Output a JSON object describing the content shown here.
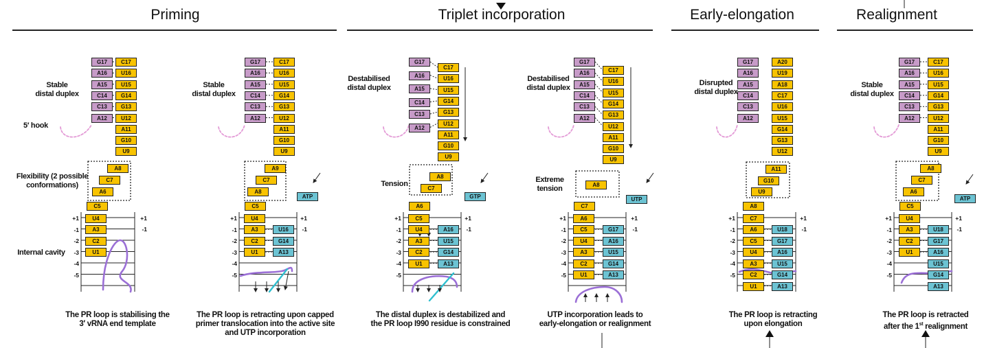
{
  "sections": {
    "priming": "Priming",
    "triplet": "Triplet incorporation",
    "early": "Early-elongation",
    "realign": "Realignment"
  },
  "labels": {
    "p1_stable": "Stable\ndistal duplex",
    "p1_hook": "5′ hook",
    "p1_flex": "Flexibility (2 possible\nconformations)",
    "p1_cavity": "Internal cavity",
    "p2_stable": "Stable\ndistal duplex",
    "p3_destab": "Destabilised\ndistal duplex",
    "p3_tension": "Tension",
    "p4_destab": "Destabilised\ndistal duplex",
    "p4_tension": "Extreme\ntension",
    "p5_disrupted": "Disrupted\ndistal duplex",
    "p6_stable": "Stable\ndistal duplex"
  },
  "nucleotides": {
    "p2_ntp": "ATP",
    "p3_ntp": "GTP",
    "p4_ntp": "UTP",
    "p6_ntp": "ATP"
  },
  "captions": {
    "p1": "The PR loop is stabilising the\n3′ vRNA end template",
    "p2": "The PR loop is retracting upon capped\nprimer translocation into the active site\nand UTP incorporation",
    "p3": "The distal duplex is destabilized and\nthe PR loop I990 residue is constrained",
    "p4": "UTP incorporation leads to\nearly-elongation or realignment",
    "p5": "The PR loop is retracting\nupon elongation",
    "p6_pre": "The PR loop is retracted\nafter the 1",
    "p6_sup": "st",
    "p6_post": " realignment"
  },
  "panels": [
    {
      "distal": [
        [
          "G17",
          "C17"
        ],
        [
          "A16",
          "U16"
        ],
        [
          "A15",
          "U15"
        ],
        [
          "C14",
          "G14"
        ],
        [
          "C13",
          "G13"
        ],
        [
          "A12",
          "U12"
        ]
      ],
      "template_tail": [
        "A11",
        "G10",
        "U9"
      ],
      "flex": [
        "A8",
        "C7",
        "A6"
      ],
      "cavity_template": [
        "C5",
        "U4",
        "A3",
        "C2",
        "U1"
      ],
      "cavity_product": []
    },
    {
      "distal": [
        [
          "G17",
          "C17"
        ],
        [
          "A16",
          "U16"
        ],
        [
          "A15",
          "U15"
        ],
        [
          "C14",
          "G14"
        ],
        [
          "C13",
          "G13"
        ],
        [
          "A12",
          "U12"
        ]
      ],
      "template_tail": [
        "A11",
        "G10",
        "U9"
      ],
      "flex": [
        "A9",
        "C7",
        "A8"
      ],
      "cavity_template": [
        "C5",
        "U4",
        "A3",
        "C2",
        "U1"
      ],
      "cavity_product": [
        "U16",
        "G14",
        "A13"
      ]
    },
    {
      "distal_left": [
        "G17",
        "A16",
        "A15",
        "C14",
        "C13",
        "A12"
      ],
      "distal_right": [
        "C17",
        "U16",
        "U15",
        "G14",
        "G13",
        "U12",
        "A11",
        "G10",
        "U9"
      ],
      "flex": [
        "A8",
        "C7"
      ],
      "cavity_template": [
        "A6",
        "C5",
        "U4",
        "A3",
        "C2",
        "U1"
      ],
      "cavity_product": [
        "A16",
        "U15",
        "G14",
        "A13"
      ]
    },
    {
      "distal_left": [
        "G17",
        "A16",
        "A15",
        "C14",
        "C13",
        "A12"
      ],
      "distal_right": [
        "C17",
        "U16",
        "U15",
        "G14",
        "G13",
        "U12",
        "A11",
        "G10",
        "U9"
      ],
      "flex": [
        "A8"
      ],
      "cavity_template": [
        "C7",
        "A6",
        "C5",
        "U4",
        "A3",
        "C2",
        "U1"
      ],
      "cavity_product": [
        "G17",
        "A16",
        "U15",
        "G14",
        "A13"
      ]
    },
    {
      "distal_left": [
        "G17",
        "A16",
        "A15",
        "C14",
        "C13",
        "A12"
      ],
      "distal_right": [
        "A20",
        "U19",
        "A18",
        "C17",
        "U16",
        "U15",
        "G14",
        "G13",
        "U12"
      ],
      "flex": [
        "A11",
        "G10",
        "U9"
      ],
      "cavity_template": [
        "A8",
        "C7",
        "A6",
        "C5",
        "U4",
        "A3",
        "C2",
        "U1"
      ],
      "cavity_product": [
        "U18",
        "G17",
        "A16",
        "U15",
        "G14",
        "A13"
      ]
    },
    {
      "distal": [
        [
          "G17",
          "C17"
        ],
        [
          "A16",
          "U16"
        ],
        [
          "A15",
          "U15"
        ],
        [
          "C14",
          "G14"
        ],
        [
          "C13",
          "G13"
        ],
        [
          "A12",
          "U12"
        ]
      ],
      "template_tail": [
        "A11",
        "G10",
        "U9"
      ],
      "flex": [
        "A8",
        "C7",
        "A6"
      ],
      "cavity_template": [
        "C5",
        "U4",
        "A3",
        "C2",
        "U1"
      ],
      "cavity_product": [
        "U18",
        "G17",
        "A16",
        "U15",
        "G14",
        "A13"
      ]
    }
  ],
  "position_labels": [
    "+1",
    "-1",
    "-2",
    "-3",
    "-4",
    "-5"
  ],
  "colors": {
    "template_purple": "#c79bc8",
    "nucleotide_yellow": "#f8c300",
    "product_blue": "#6cc3d3",
    "pr_loop": "#9b6fd6",
    "pr_loop_alt": "#2fbfcf",
    "hook": "#e39ad6"
  }
}
